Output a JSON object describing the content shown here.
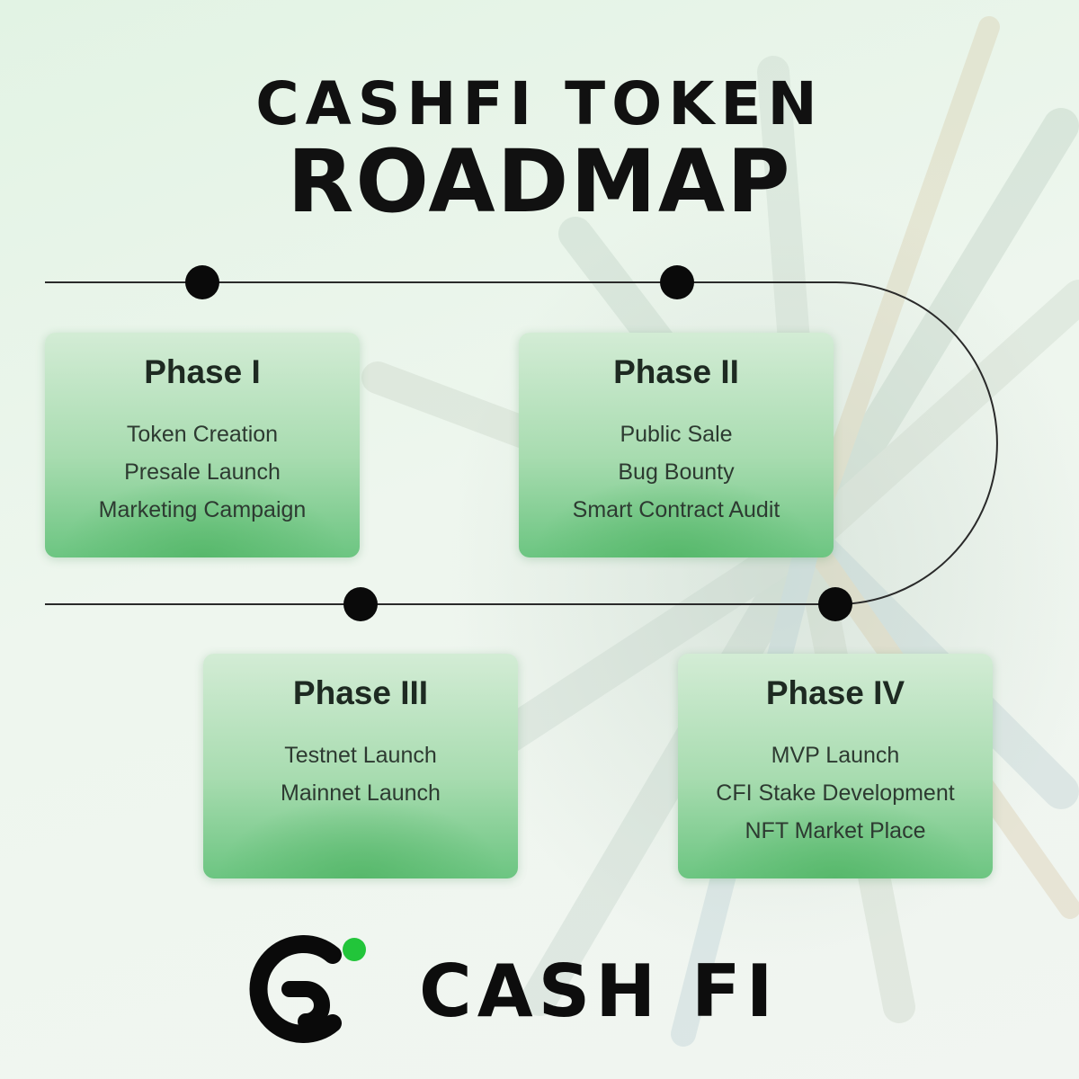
{
  "title": {
    "line1": "CASHFI TOKEN",
    "line2": "ROADMAP"
  },
  "phases": [
    {
      "name": "Phase I",
      "items": [
        "Token Creation",
        "Presale Launch",
        "Marketing Campaign"
      ]
    },
    {
      "name": "Phase II",
      "items": [
        "Public Sale",
        "Bug Bounty",
        "Smart Contract Audit"
      ]
    },
    {
      "name": "Phase III",
      "items": [
        "Testnet Launch",
        "Mainnet Launch"
      ]
    },
    {
      "name": "Phase IV",
      "items": [
        "MVP Launch",
        "CFI Stake Development",
        "NFT Market Place"
      ]
    }
  ],
  "brand": {
    "name": "CASH FI",
    "accent_color": "#22c53a",
    "icon": "cashfi-logo-icon"
  },
  "colors": {
    "card_green": "#6cc581",
    "text_dark": "#111111"
  }
}
